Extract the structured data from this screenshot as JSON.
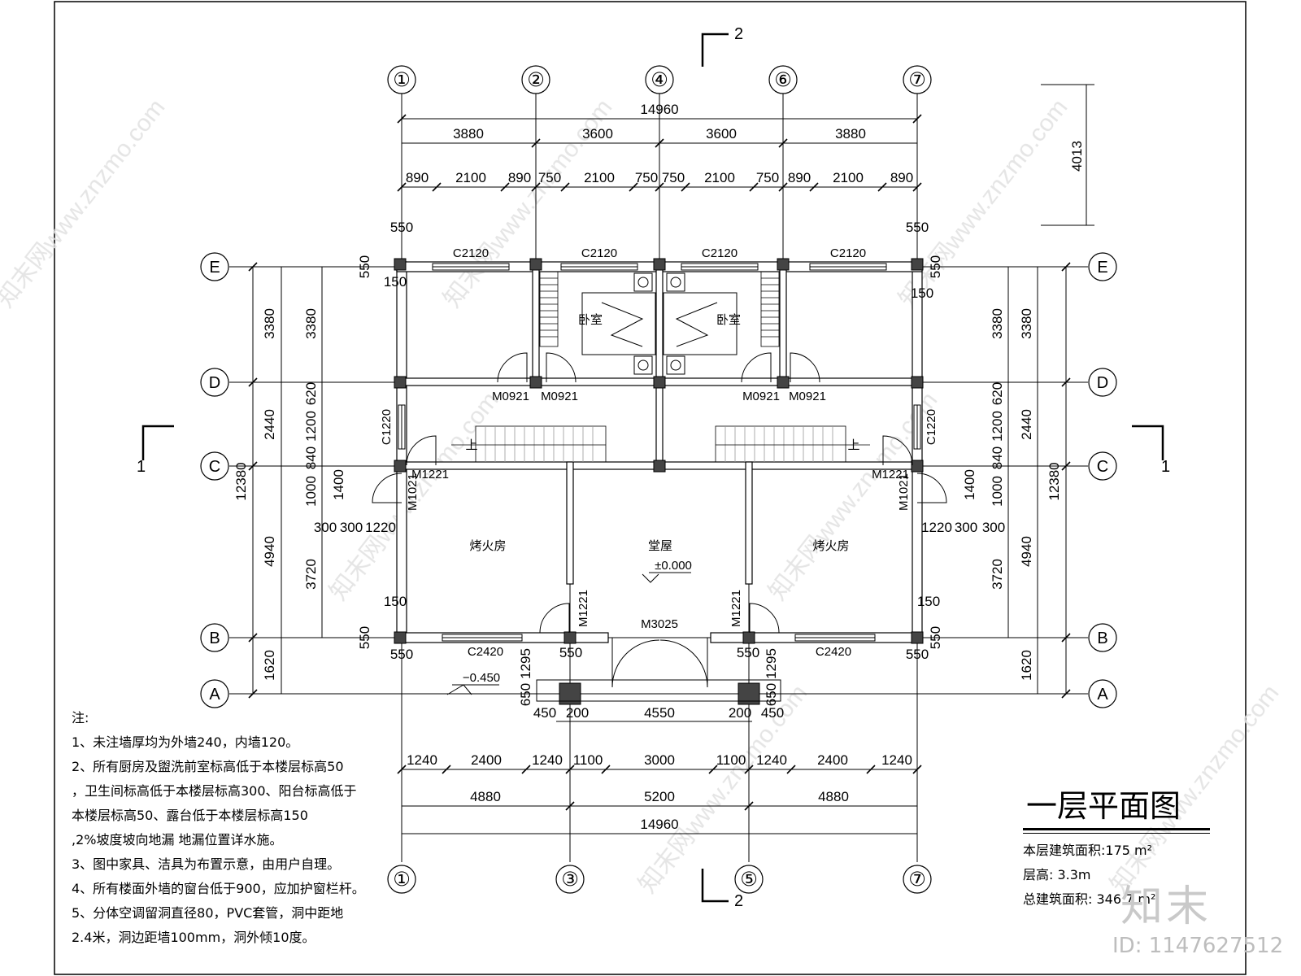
{
  "drawing": {
    "title": "一层平面图",
    "storey_area": "本层建筑面积:175 m²",
    "storey_height": "层高: 3.3m",
    "total_area": "总建筑面积: 346.7 m²"
  },
  "brand": {
    "logo_text": "知末",
    "id_text": "ID: 1147627512",
    "watermark": "知末网www.znzmo.com"
  },
  "axes": {
    "top": [
      "①",
      "②",
      "④",
      "⑥",
      "⑦"
    ],
    "bottom": [
      "①",
      "③",
      "⑤",
      "⑦"
    ],
    "left": [
      "E",
      "D",
      "C",
      "B",
      "A"
    ],
    "right": [
      "E",
      "D",
      "C",
      "B",
      "A"
    ]
  },
  "section_marks": {
    "vertical": "2",
    "horizontal": "1"
  },
  "dims": {
    "top_total": "14960",
    "top_mid": [
      "3880",
      "3600",
      "3600",
      "3880"
    ],
    "top_detail": [
      "890",
      "2100",
      "890",
      "750",
      "2100",
      "750",
      "750",
      "2100",
      "750",
      "890",
      "2100",
      "890"
    ],
    "right_height": "4013",
    "corner_550": "550",
    "corner_150": "150",
    "side_outer": [
      "3380",
      "2440",
      "4940",
      "1620"
    ],
    "side_total": "12380",
    "side_inner_top": "3380",
    "side_mid": [
      "1200",
      "620",
      "840",
      "1000",
      "1400"
    ],
    "side_lower": "3720",
    "side_wall": "150",
    "left_h": [
      "300",
      "300",
      "1220"
    ],
    "right_h": [
      "1220",
      "300",
      "300"
    ],
    "front_small": [
      "1295",
      "650",
      "450",
      "200",
      "4550",
      "200",
      "450"
    ],
    "bottom_detail": [
      "1240",
      "2400",
      "1240",
      "1100",
      "3000",
      "1100",
      "1240",
      "2400",
      "1240"
    ],
    "bottom_mid": [
      "4880",
      "5200",
      "4880"
    ],
    "bottom_total": "14960"
  },
  "windows": {
    "top": "C2120",
    "bottom": "C2420",
    "side": "C1220"
  },
  "doors": {
    "bedroom": "M0921",
    "stair": "M1221",
    "side": "M1021",
    "front": "M3025"
  },
  "rooms": {
    "bedroom": "卧室",
    "fire_room": "烤火房",
    "hall": "堂屋",
    "stair": "上"
  },
  "levels": {
    "floor": "±0.000",
    "outside": "−0.450"
  },
  "notes": {
    "heading": "注:",
    "lines": [
      "1、未注墙厚均为外墙240，内墙120。",
      "2、所有厨房及盥洗前室标高低于本楼层标高50",
      "，卫生间标高低于本楼层标高300、阳台标高低于",
      "本楼层标高50、露台低于本楼层标高150",
      ",2%坡度坡向地漏 地漏位置详水施。",
      "3、图中家具、洁具为布置示意，由用户自理。",
      "4、所有楼面外墙的窗台低于900，应加护窗栏杆。",
      "5、分体空调留洞直径80，PVC套管，洞中距地",
      "2.4米，洞边距墙100mm，洞外倾10度。"
    ]
  }
}
